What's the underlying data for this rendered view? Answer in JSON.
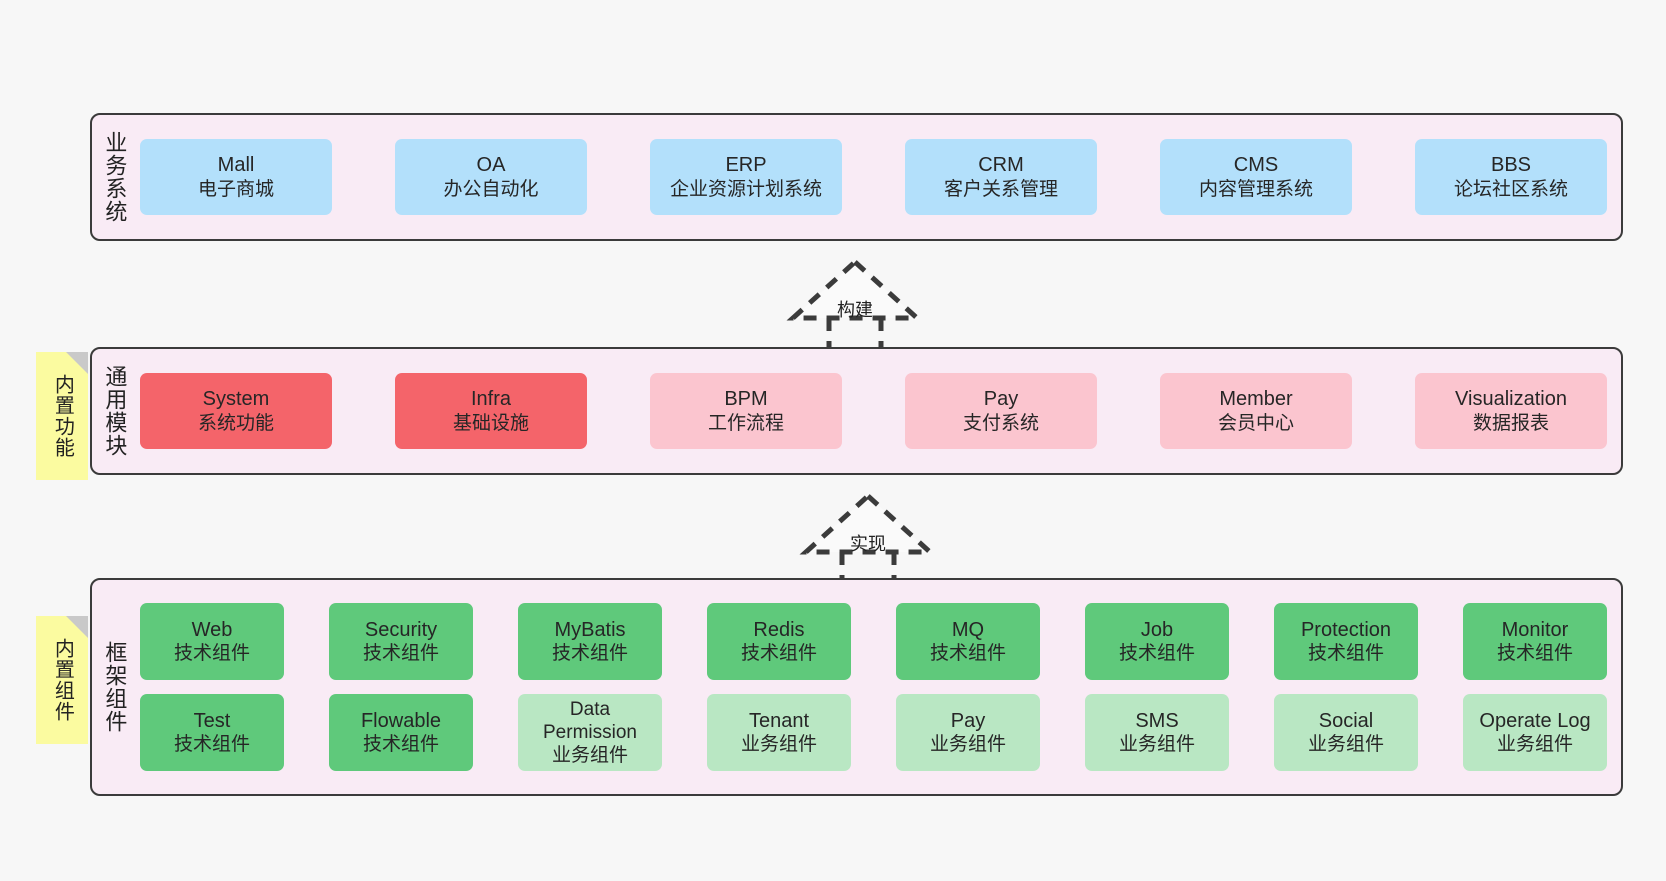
{
  "layers": [
    {
      "id": "business-systems",
      "label": "业务系统",
      "rows": [
        {
          "cards": [
            {
              "t1": "Mall",
              "t2": "电子商城",
              "color": "c-blue"
            },
            {
              "t1": "OA",
              "t2": "办公自动化",
              "color": "c-blue"
            },
            {
              "t1": "ERP",
              "t2": "企业资源计划系统",
              "color": "c-blue"
            },
            {
              "t1": "CRM",
              "t2": "客户关系管理",
              "color": "c-blue"
            },
            {
              "t1": "CMS",
              "t2": "内容管理系统",
              "color": "c-blue"
            },
            {
              "t1": "BBS",
              "t2": "论坛社区系统",
              "color": "c-blue"
            }
          ]
        }
      ]
    },
    {
      "id": "common-modules",
      "label": "通用模块",
      "sticky": "内置功能",
      "rows": [
        {
          "cards": [
            {
              "t1": "System",
              "t2": "系统功能",
              "color": "c-red"
            },
            {
              "t1": "Infra",
              "t2": "基础设施",
              "color": "c-red"
            },
            {
              "t1": "BPM",
              "t2": "工作流程",
              "color": "c-pink"
            },
            {
              "t1": "Pay",
              "t2": "支付系统",
              "color": "c-pink"
            },
            {
              "t1": "Member",
              "t2": "会员中心",
              "color": "c-pink"
            },
            {
              "t1": "Visualization",
              "t2": "数据报表",
              "color": "c-pink"
            }
          ]
        }
      ]
    },
    {
      "id": "framework-components",
      "label": "框架组件",
      "sticky": "内置组件",
      "rows": [
        {
          "cards": [
            {
              "t1": "Web",
              "t2": "技术组件",
              "color": "c-green"
            },
            {
              "t1": "Security",
              "t2": "技术组件",
              "color": "c-green"
            },
            {
              "t1": "MyBatis",
              "t2": "技术组件",
              "color": "c-green"
            },
            {
              "t1": "Redis",
              "t2": "技术组件",
              "color": "c-green"
            },
            {
              "t1": "MQ",
              "t2": "技术组件",
              "color": "c-green"
            },
            {
              "t1": "Job",
              "t2": "技术组件",
              "color": "c-green"
            },
            {
              "t1": "Protection",
              "t2": "技术组件",
              "color": "c-green"
            },
            {
              "t1": "Monitor",
              "t2": "技术组件",
              "color": "c-green"
            }
          ]
        },
        {
          "cards": [
            {
              "t1": "Test",
              "t2": "技术组件",
              "color": "c-green"
            },
            {
              "t1": "Flowable",
              "t2": "技术组件",
              "color": "c-green"
            },
            {
              "t1": "Data Permission",
              "t2": "业务组件",
              "color": "c-lightgreen"
            },
            {
              "t1": "Tenant",
              "t2": "业务组件",
              "color": "c-lightgreen"
            },
            {
              "t1": "Pay",
              "t2": "业务组件",
              "color": "c-lightgreen"
            },
            {
              "t1": "SMS",
              "t2": "业务组件",
              "color": "c-lightgreen"
            },
            {
              "t1": "Social",
              "t2": "业务组件",
              "color": "c-lightgreen"
            },
            {
              "t1": "Operate Log",
              "t2": "业务组件",
              "color": "c-lightgreen"
            }
          ]
        }
      ]
    }
  ],
  "connectors": [
    {
      "id": "build",
      "label": "构建"
    },
    {
      "id": "implement",
      "label": "实现"
    }
  ],
  "colors": {
    "band_fill": "#f9ebf5",
    "band_border": "#3b3b3b",
    "blue": "#b3e0fb",
    "red": "#f4646a",
    "pink": "#fbc5cf",
    "green": "#5fc97b",
    "light_green": "#b9e7c3",
    "sticky": "#fbfba0",
    "canvas": "#f7f7f7"
  }
}
